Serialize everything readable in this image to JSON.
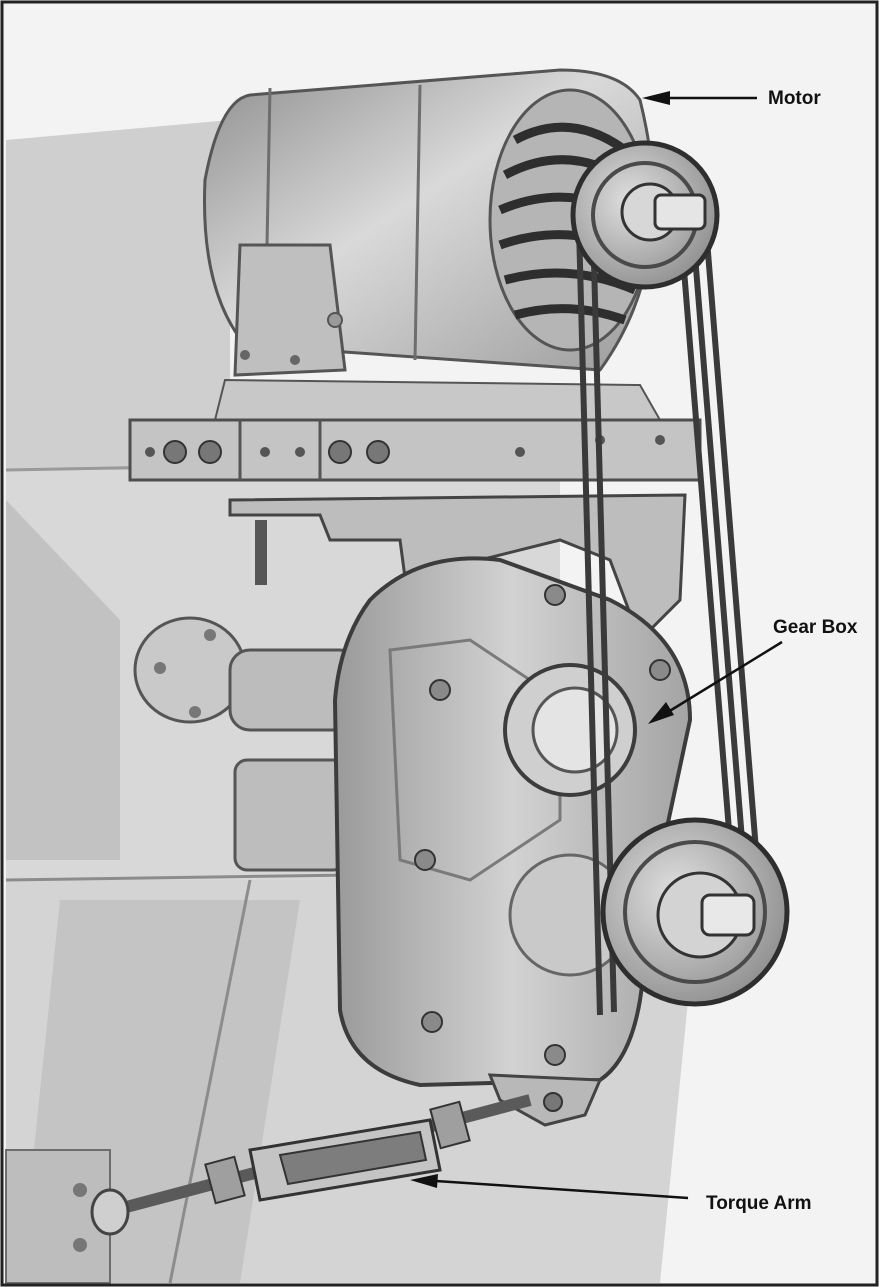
{
  "labels": {
    "motor": "Motor",
    "gear_box": "Gear Box",
    "torque_arm": "Torque Arm"
  },
  "colors": {
    "frame": "#d6d6d6",
    "metal_light": "#cfcfcf",
    "metal_mid": "#a9a9a9",
    "metal_dark": "#4a4a4a",
    "belt": "#3a3a3a",
    "text": "#111111",
    "border": "#222222"
  }
}
